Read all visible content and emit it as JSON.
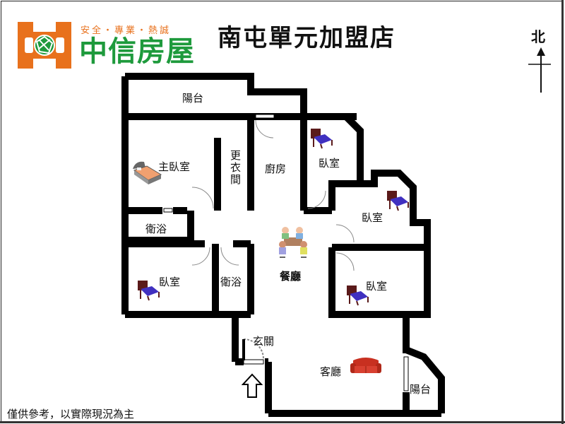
{
  "header": {
    "slogan": "安全・專業・熱誠",
    "brand": "中信房屋",
    "store_name": "南屯單元加盟店",
    "brand_colors": {
      "orange": "#e8711c",
      "green": "#1e9a3c"
    }
  },
  "compass": {
    "label": "北",
    "icon": "north-arrow-icon"
  },
  "floorplan": {
    "rooms": [
      {
        "id": "balcony-north",
        "label": "陽台"
      },
      {
        "id": "master-bedroom",
        "label": "主臥室",
        "icon": "double-bed-icon"
      },
      {
        "id": "walk-in-closet",
        "label": "更衣間"
      },
      {
        "id": "kitchen",
        "label": "廚房"
      },
      {
        "id": "bedroom-ne",
        "label": "臥室",
        "icon": "bed-icon"
      },
      {
        "id": "bedroom-east",
        "label": "臥室",
        "icon": "bed-icon"
      },
      {
        "id": "bathroom-master",
        "label": "衛浴"
      },
      {
        "id": "dining-room",
        "label": "餐廳",
        "icon": "dining-table-icon"
      },
      {
        "id": "bedroom-sw",
        "label": "臥室",
        "icon": "bed-icon"
      },
      {
        "id": "bathroom-common",
        "label": "衛浴"
      },
      {
        "id": "bedroom-se",
        "label": "臥室",
        "icon": "bed-icon"
      },
      {
        "id": "entrance",
        "label": "玄關",
        "icon": "entry-arrow-icon"
      },
      {
        "id": "living-room",
        "label": "客廳",
        "icon": "sofa-icon"
      },
      {
        "id": "balcony-south",
        "label": "陽台"
      }
    ]
  },
  "footer": {
    "disclaimer": "僅供參考，以實際現況為主"
  }
}
